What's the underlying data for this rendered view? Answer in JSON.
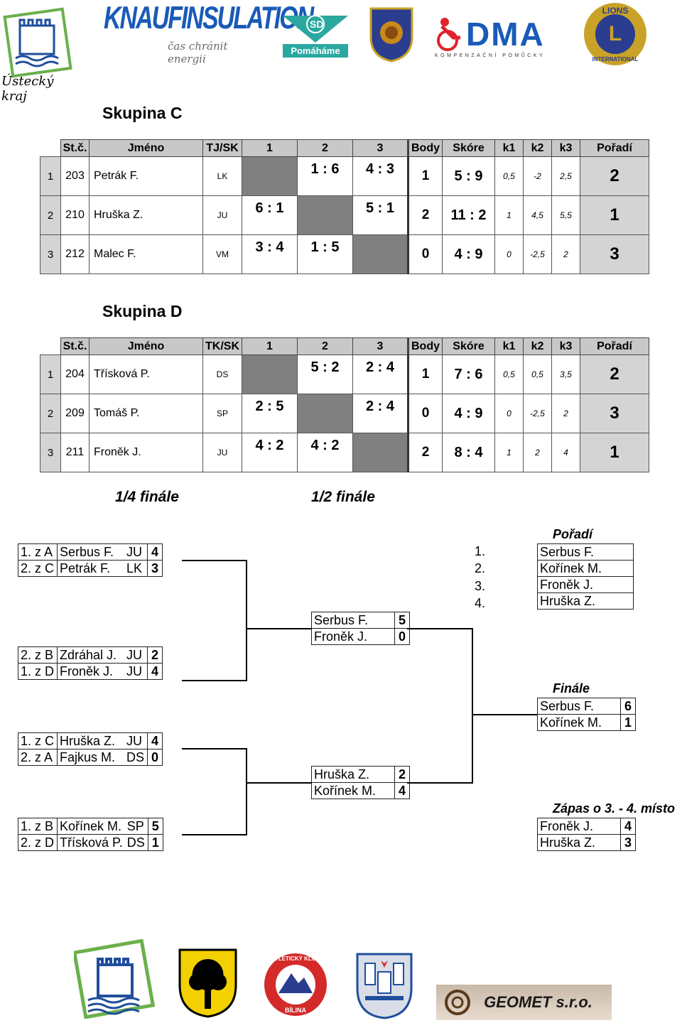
{
  "logos": {
    "top": {
      "ustecky": "Ústecký kraj",
      "knauf_line1": "KNAUFINSULATION",
      "knauf_line2": "čas chránit energii",
      "sd_text": "SD",
      "sd_band": "Pomáháme",
      "dma": "DMA",
      "dma_sub": "KOMPENZAČNÍ POMŮCKY",
      "lions_top": "LIONS",
      "lions_mid": "L",
      "lions_bottom": "INTERNATIONAL"
    },
    "bottom": {
      "atleticky_top": "ATLETICKÝ KLUB",
      "atleticky_bottom": "BÍLINA",
      "geomet": "GEOMET s.r.o."
    }
  },
  "groupC": {
    "title": "Skupina C",
    "headers": [
      "St.č.",
      "Jméno",
      "TJ/SK",
      "1",
      "2",
      "3",
      "Body",
      "Skóre",
      "k1",
      "k2",
      "k3",
      "Pořadí"
    ],
    "rows": [
      {
        "i": "1",
        "no": "203",
        "name": "Petrák F.",
        "club": "LK",
        "s1": "",
        "s2": "1 : 6",
        "s3": "4 : 3",
        "body": "1",
        "skore": "5 : 9",
        "k1": "0,5",
        "k2": "-2",
        "k3": "2,5",
        "por": "2"
      },
      {
        "i": "2",
        "no": "210",
        "name": "Hruška Z.",
        "club": "JU",
        "s1": "6 : 1",
        "s2": "",
        "s3": "5 : 1",
        "body": "2",
        "skore": "11 : 2",
        "k1": "1",
        "k2": "4,5",
        "k3": "5,5",
        "por": "1"
      },
      {
        "i": "3",
        "no": "212",
        "name": "Malec F.",
        "club": "VM",
        "s1": "3 : 4",
        "s2": "1 : 5",
        "s3": "",
        "body": "0",
        "skore": "4 : 9",
        "k1": "0",
        "k2": "-2,5",
        "k3": "2",
        "por": "3"
      }
    ]
  },
  "groupD": {
    "title": "Skupina D",
    "headers": [
      "St.č.",
      "Jméno",
      "TK/SK",
      "1",
      "2",
      "3",
      "Body",
      "Skóre",
      "k1",
      "k2",
      "k3",
      "Pořadí"
    ],
    "rows": [
      {
        "i": "1",
        "no": "204",
        "name": "Třísková P.",
        "club": "DS",
        "s1": "",
        "s2": "5 : 2",
        "s3": "2 : 4",
        "body": "1",
        "skore": "7 : 6",
        "k1": "0,5",
        "k2": "0,5",
        "k3": "3,5",
        "por": "2"
      },
      {
        "i": "2",
        "no": "209",
        "name": "Tomáš P.",
        "club": "SP",
        "s1": "2 : 5",
        "s2": "",
        "s3": "2 : 4",
        "body": "0",
        "skore": "4 : 9",
        "k1": "0",
        "k2": "-2,5",
        "k3": "2",
        "por": "3"
      },
      {
        "i": "3",
        "no": "211",
        "name": "Froněk J.",
        "club": "JU",
        "s1": "4 : 2",
        "s2": "4 : 2",
        "s3": "",
        "body": "2",
        "skore": "8 : 4",
        "k1": "1",
        "k2": "2",
        "k3": "4",
        "por": "1"
      }
    ]
  },
  "bracket": {
    "qf_title": "1/4 finále",
    "sf_title": "1/2 finále",
    "qf": [
      [
        {
          "seed": "1. z A",
          "name": "Serbus F.",
          "club": "JU",
          "score": "4"
        },
        {
          "seed": "2. z C",
          "name": "Petrák F.",
          "club": "LK",
          "score": "3"
        }
      ],
      [
        {
          "seed": "2. z B",
          "name": "Zdráhal J.",
          "club": "JU",
          "score": "2"
        },
        {
          "seed": "1. z D",
          "name": "Froněk J.",
          "club": "JU",
          "score": "4"
        }
      ],
      [
        {
          "seed": "1. z C",
          "name": "Hruška Z.",
          "club": "JU",
          "score": "4"
        },
        {
          "seed": "2. z A",
          "name": "Fajkus M.",
          "club": "DS",
          "score": "0"
        }
      ],
      [
        {
          "seed": "1. z B",
          "name": "Kořínek M.",
          "club": "SP",
          "score": "5"
        },
        {
          "seed": "2. z D",
          "name": "Třísková P.",
          "club": "DS",
          "score": "1"
        }
      ]
    ],
    "sf": [
      [
        {
          "name": "Serbus F.",
          "score": "5"
        },
        {
          "name": "Froněk J.",
          "score": "0"
        }
      ],
      [
        {
          "name": "Hruška Z.",
          "score": "2"
        },
        {
          "name": "Kořínek M.",
          "score": "4"
        }
      ]
    ],
    "order_title": "Pořadí",
    "order": [
      {
        "pos": "1.",
        "name": "Serbus F."
      },
      {
        "pos": "2.",
        "name": "Kořínek M."
      },
      {
        "pos": "3.",
        "name": "Froněk J."
      },
      {
        "pos": "4.",
        "name": "Hruška Z."
      }
    ],
    "final_title": "Finále",
    "final": [
      {
        "name": "Serbus F.",
        "score": "6"
      },
      {
        "name": "Kořínek M.",
        "score": "1"
      }
    ],
    "third_title": "Zápas o 3. - 4. místo",
    "third": [
      {
        "name": "Froněk J.",
        "score": "4"
      },
      {
        "name": "Hruška Z.",
        "score": "3"
      }
    ]
  }
}
